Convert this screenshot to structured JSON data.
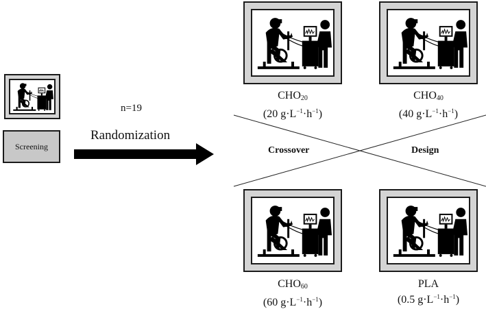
{
  "screening": {
    "label": "Screening"
  },
  "sample": {
    "n_text": "n=19"
  },
  "randomization": {
    "label": "Randomization"
  },
  "design": {
    "word_left": "Crossover",
    "word_right": "Design"
  },
  "conditions": [
    {
      "name_main": "CHO",
      "name_sub": "20",
      "dose": "(20 g·L",
      "dose_unit": "·h",
      "exp": "−1"
    },
    {
      "name_main": "CHO",
      "name_sub": "40",
      "dose": "(40 g·L",
      "dose_unit": "·h",
      "exp": "−1"
    },
    {
      "name_main": "CHO",
      "name_sub": "60",
      "dose": "(60 g·L",
      "dose_unit": "·h",
      "exp": "−1"
    },
    {
      "name_main": "PLA",
      "name_sub": "",
      "dose": "(0.5 g·L",
      "dose_unit": "·h",
      "exp": "−1"
    }
  ],
  "close_paren": ")",
  "icon": "cyclist-on-ergometer-with-researcher-and-metabolic-cart"
}
